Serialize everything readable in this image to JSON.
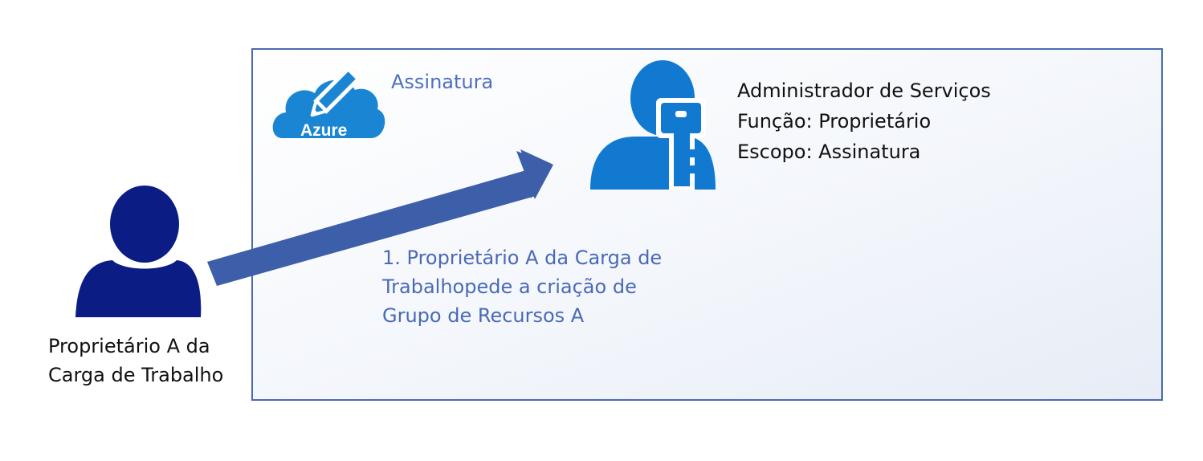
{
  "subscription": {
    "label": "Assinatura",
    "badge": "Azure"
  },
  "service_admin": {
    "lines": [
      "Administrador de Serviços",
      "Função: Proprietário",
      "Escopo: Assinatura"
    ]
  },
  "request": {
    "lines": [
      "1. Proprietário A da Carga de",
      "Trabalhopede a criação de",
      "Grupo de Recursos A"
    ]
  },
  "workload_owner": {
    "lines": [
      "Proprietário A da",
      "Carga de Trabalho"
    ]
  },
  "colors": {
    "box_border": "#4a6bb0",
    "arrow": "#3d5ea8",
    "admin_icon": "#1279d1",
    "owner_icon": "#0b1d84",
    "azure_cloud": "#1a86d3"
  },
  "icons": [
    "azure-cloud-pencil-icon",
    "admin-key-person-icon",
    "person-icon",
    "arrow-icon"
  ]
}
